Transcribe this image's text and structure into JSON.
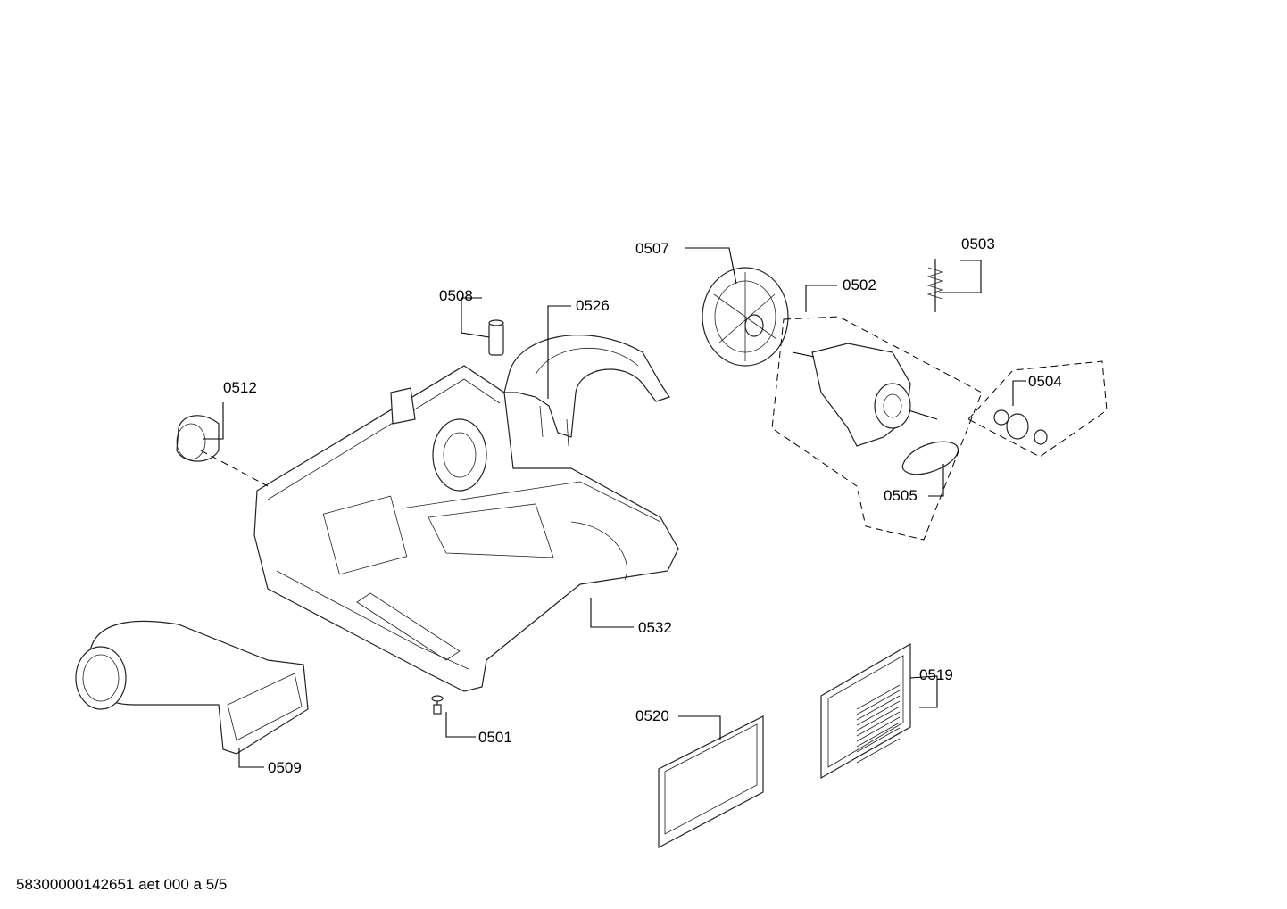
{
  "labels": {
    "p0501": "0501",
    "p0502": "0502",
    "p0503": "0503",
    "p0504": "0504",
    "p0505": "0505",
    "p0507": "0507",
    "p0508": "0508",
    "p0509": "0509",
    "p0512": "0512",
    "p0519": "0519",
    "p0520": "0520",
    "p0526": "0526",
    "p0532": "0532"
  },
  "footer": "58300000142651 aet 000 a 5/5"
}
